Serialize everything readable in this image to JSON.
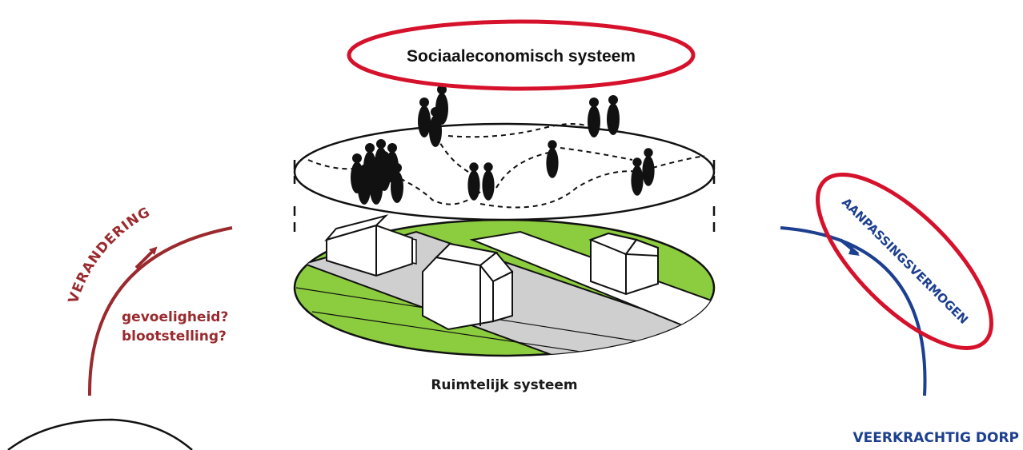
{
  "title_label": "Sociaaleconomisch systeem",
  "spatial_label": "Ruimtelijk systeem",
  "left_arc": {
    "label": "VERANDERING",
    "questions": [
      "gevoeligheid?",
      "blootstelling?"
    ]
  },
  "right_arc": {
    "label": "AANPASSINGSVERMOGEN",
    "bottom_label": "VEERKRACHTIG DORP"
  },
  "colors": {
    "highlight": "#d6112b",
    "change": "#9a2a2e",
    "adapt": "#1c3f8f",
    "green": "#8ccc3f",
    "ink": "#111111"
  }
}
